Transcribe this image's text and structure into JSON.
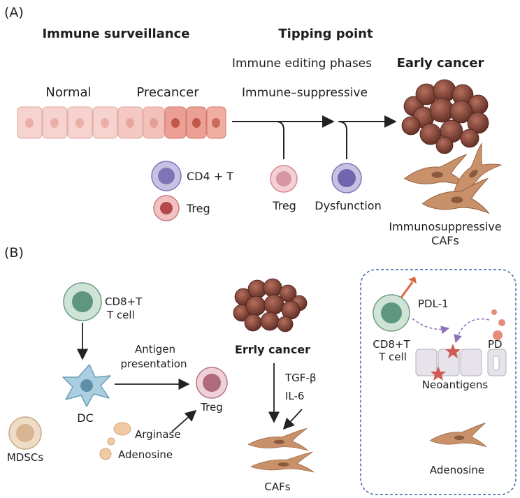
{
  "panel_a": {
    "label": "(A)",
    "immune_surveillance": "Immune surveillance",
    "tipping_point": "Tipping point",
    "immune_editing": "Immune editing phases",
    "immune_suppressive": "Immune–suppressive",
    "early_cancer": "Early cancer",
    "normal": "Normal",
    "precancer": "Precancer",
    "cd4_t": "CD4 + T",
    "treg_left": "Treg",
    "treg_mid": "Treg",
    "dysfunction": "Dysfunction",
    "caf_line1": "Immunosuppressive",
    "caf_line2": "CAFs"
  },
  "panel_b": {
    "label": "(B)",
    "cd8_line1": "CD8+T",
    "cd8_line2": "T cell",
    "antigen_line1": "Antigen",
    "antigen_line2": "presentation",
    "dc": "DC",
    "treg": "Treg",
    "mdscs": "MDSCs",
    "arginase": "Arginase",
    "adenosine": "Adenosine",
    "errly_cancer": "Errly cancer",
    "tgf": "TGF-β",
    "il6": "IL-6",
    "cafs": "CAFs",
    "box_pdl1": "PDL-1",
    "box_cd8_line1": "CD8+T",
    "box_cd8_line2": "T cell",
    "box_pd": "PD",
    "box_neoantigens": "Neoantigens",
    "box_adenosine": "Adenosine"
  },
  "colors": {
    "text": "#1e1e1e",
    "arrow": "#222222",
    "normal_cell": "#f6d3cf",
    "precancer_cell": "#ec9f94",
    "tumor": "#7a3f33",
    "cd4_cell": "#7f74b6",
    "treg_cell": "#d58a8f",
    "cd8_cell": "#8fbba6",
    "caf": "#c8916a",
    "mdsc": "#e3c4a6",
    "box_border": "#3b5ca8",
    "dashed_arrow": "#8c72b9",
    "star": "#d05b55"
  }
}
